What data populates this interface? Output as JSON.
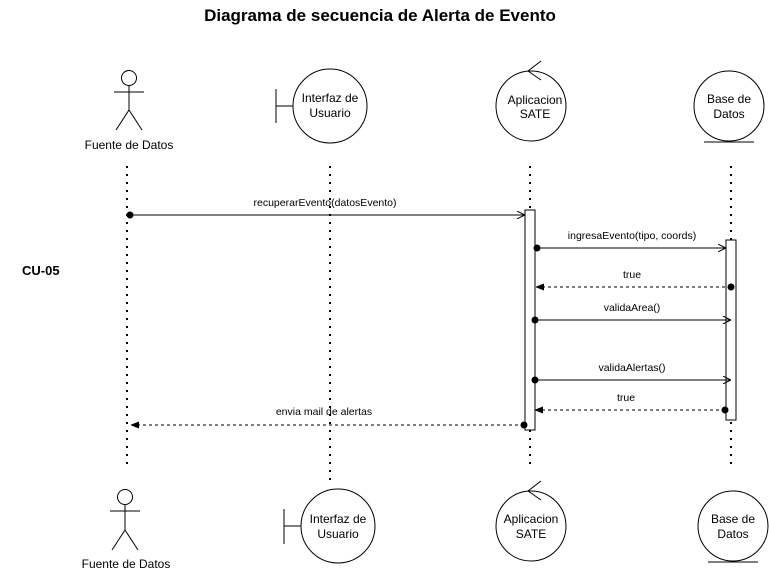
{
  "title": "Diagrama de secuencia de Alerta de Evento",
  "side_label": "CU-05",
  "participants": {
    "actor": {
      "label": "Fuente de Datos"
    },
    "boundary": {
      "line1": "Interfaz de",
      "line2": "Usuario"
    },
    "control": {
      "line1": "Aplicacion",
      "line2": "SATE"
    },
    "entity": {
      "line1": "Base de",
      "line2": "Datos"
    }
  },
  "messages": [
    {
      "label": "recuperarEvento(datosEvento)",
      "type": "sync"
    },
    {
      "label": "ingresaEvento(tipo, coords)",
      "type": "sync"
    },
    {
      "label": "true",
      "type": "return"
    },
    {
      "label": "validaArea()",
      "type": "sync"
    },
    {
      "label": "validaAlertas()",
      "type": "sync"
    },
    {
      "label": "true",
      "type": "return"
    },
    {
      "label": "envia mail de alertas",
      "type": "return"
    }
  ]
}
